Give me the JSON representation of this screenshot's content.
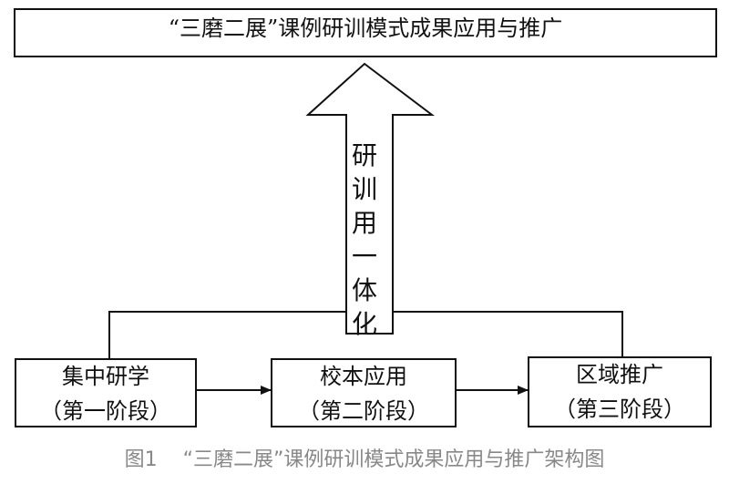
{
  "colors": {
    "stroke": "#111111",
    "caption": "#888888",
    "background": "#ffffff"
  },
  "top_box": {
    "text": "“三磨二展”课例研训模式成果应用与推广"
  },
  "arrow_label": {
    "chars": [
      "研",
      "训",
      "用",
      "一",
      "体",
      "化"
    ]
  },
  "stages": [
    {
      "title": "集中研学",
      "phase": "（第一阶段）"
    },
    {
      "title": "校本应用",
      "phase": "（第二阶段）"
    },
    {
      "title": "区域推广",
      "phase": "（第三阶段）"
    }
  ],
  "caption": {
    "text": "图1    “三磨二展”课例研训模式成果应用与推广架构图"
  }
}
